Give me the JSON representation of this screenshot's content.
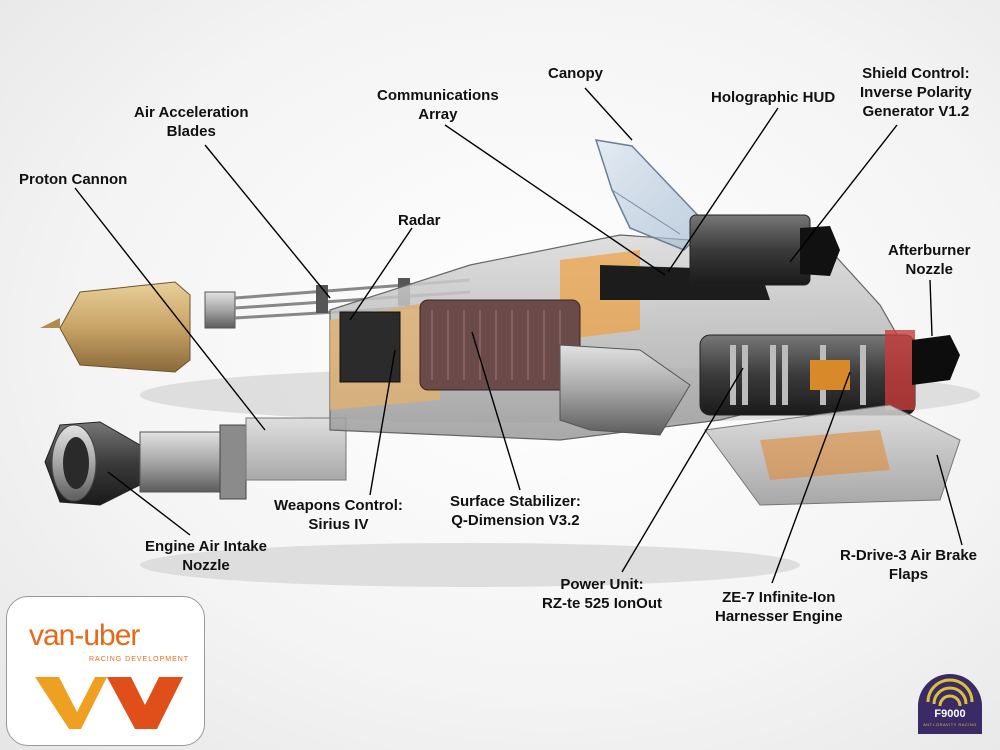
{
  "labels": {
    "canopy": "Canopy",
    "communications_array": [
      "Communications",
      "Array"
    ],
    "holographic_hud": "Holographic HUD",
    "shield_control": [
      "Shield Control:",
      "Inverse Polarity",
      "Generator V1.2"
    ],
    "air_acceleration_blades": [
      "Air Acceleration",
      "Blades"
    ],
    "proton_cannon": "Proton Cannon",
    "radar": "Radar",
    "afterburner_nozzle": [
      "Afterburner",
      "Nozzle"
    ],
    "weapons_control": [
      "Weapons Control:",
      "Sirius IV"
    ],
    "surface_stabilizer": [
      "Surface Stabilizer:",
      "Q-Dimension V3.2"
    ],
    "engine_air_intake": [
      "Engine Air Intake",
      "Nozzle"
    ],
    "air_brake_flaps": [
      "R-Drive-3  Air Brake",
      "Flaps"
    ],
    "power_unit": [
      "Power Unit:",
      "RZ-te 525 IonOut"
    ],
    "ze7_engine": [
      "ZE-7 Infinite-Ion",
      "Harnesser Engine"
    ]
  },
  "logos": {
    "vanuber_word": "van-uber",
    "vanuber_sub": "RACING DEVELOPMENT",
    "f9000_word": "F9000",
    "f9000_sub": "ANTI-GRAVITY RACING"
  },
  "colors": {
    "accent_orange": "#e8681a",
    "f9000_purple": "#3a2a66",
    "f9000_yellow": "#d9c23a"
  }
}
